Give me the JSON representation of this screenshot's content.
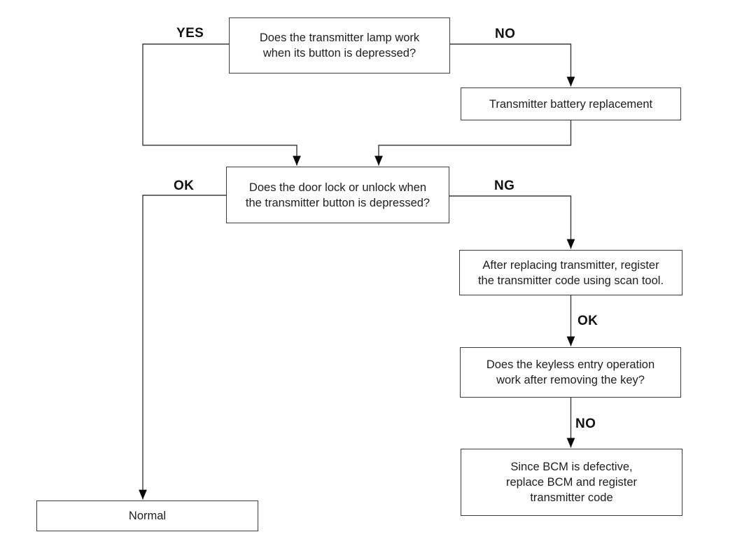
{
  "diagram": {
    "type": "flowchart",
    "background_color": "#ffffff",
    "line_color": "#3b3b3b",
    "arrow_color": "#0a0a0a",
    "text_color": "#1e1e1e",
    "nodes": {
      "q1": {
        "lines": [
          "Does the transmitter lamp work",
          "when its button is depressed?"
        ]
      },
      "battery": {
        "lines": [
          "Transmitter battery replacement"
        ]
      },
      "q2": {
        "lines": [
          "Does the door lock or unlock when",
          "the transmitter button is depressed?"
        ]
      },
      "register": {
        "lines": [
          "After replacing transmitter, register",
          "the transmitter code using scan tool."
        ]
      },
      "q3": {
        "lines": [
          "Does the keyless entry operation",
          "work after removing the key?"
        ]
      },
      "bcm": {
        "lines": [
          "Since BCM is defective,",
          "replace BCM and register",
          "transmitter code"
        ]
      },
      "normal": {
        "lines": [
          "Normal"
        ]
      }
    },
    "edge_labels": {
      "yes1": "YES",
      "no1": "NO",
      "ok1": "OK",
      "ng1": "NG",
      "ok2": "OK",
      "no2": "NO"
    }
  }
}
